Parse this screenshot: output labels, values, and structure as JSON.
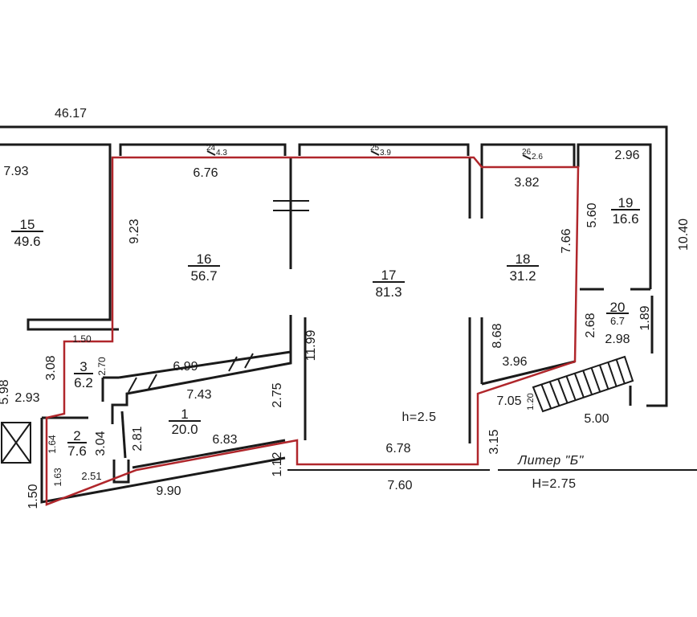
{
  "rooms": [
    {
      "number": "15",
      "area": "49.6"
    },
    {
      "number": "16",
      "area": "56.7"
    },
    {
      "number": "17",
      "area": "81.3"
    },
    {
      "number": "18",
      "area": "31.2"
    },
    {
      "number": "19",
      "area": "16.6"
    },
    {
      "number": "20",
      "area": "6.7"
    },
    {
      "number": "1",
      "area": "20.0"
    },
    {
      "number": "2",
      "area": "7.6"
    },
    {
      "number": "3",
      "area": "6.2"
    }
  ],
  "dimensions": {
    "d_46_17": "46.17",
    "d_7_93": "7.93",
    "d_6_76": "6.76",
    "d_3_82": "3.82",
    "d_2_96": "2.96",
    "d_10_40": "10.40",
    "d_9_23": "9.23",
    "d_5_60": "5.60",
    "d_7_66": "7.66",
    "d_1_89": "1.89",
    "d_2_68": "2.68",
    "d_2_98": "2.98",
    "d_8_68": "8.68",
    "d_3_96": "3.96",
    "d_11_99": "11.99",
    "d_1_50a": "1.50",
    "d_3_08": "3.08",
    "d_2_70": "2.70",
    "d_6_99": "6.99",
    "d_7_43": "7.43",
    "d_2_75": "2.75",
    "d_5_98": "5.98",
    "d_2_93": "2.93",
    "d_3_04": "3.04",
    "d_2_81": "2.81",
    "d_6_83": "6.83",
    "d_1_64": "1.64",
    "d_1_63": "1.63",
    "d_2_51": "2.51",
    "d_9_90": "9.90",
    "d_1_50b": "1.50",
    "d_1_12": "1.12",
    "d_7_60": "7.60",
    "d_6_78": "6.78",
    "d_3_15": "3.15",
    "d_7_05": "7.05",
    "d_1_20": "1.20",
    "d_5_00": "5.00"
  },
  "window_marks": {
    "w24": {
      "top": "24",
      "bottom": "4.3"
    },
    "w25": {
      "top": "25",
      "bottom": "3.9"
    },
    "w26": {
      "top": "26",
      "bottom": "2.6"
    }
  },
  "notes": {
    "ceiling_17": "h=2.5",
    "liter": "Литер \"Б\"",
    "ceiling_b": "H=2.75"
  },
  "colors": {
    "walls": "#1a1a1a",
    "highlight": "#b0262b",
    "background": "#ffffff"
  }
}
